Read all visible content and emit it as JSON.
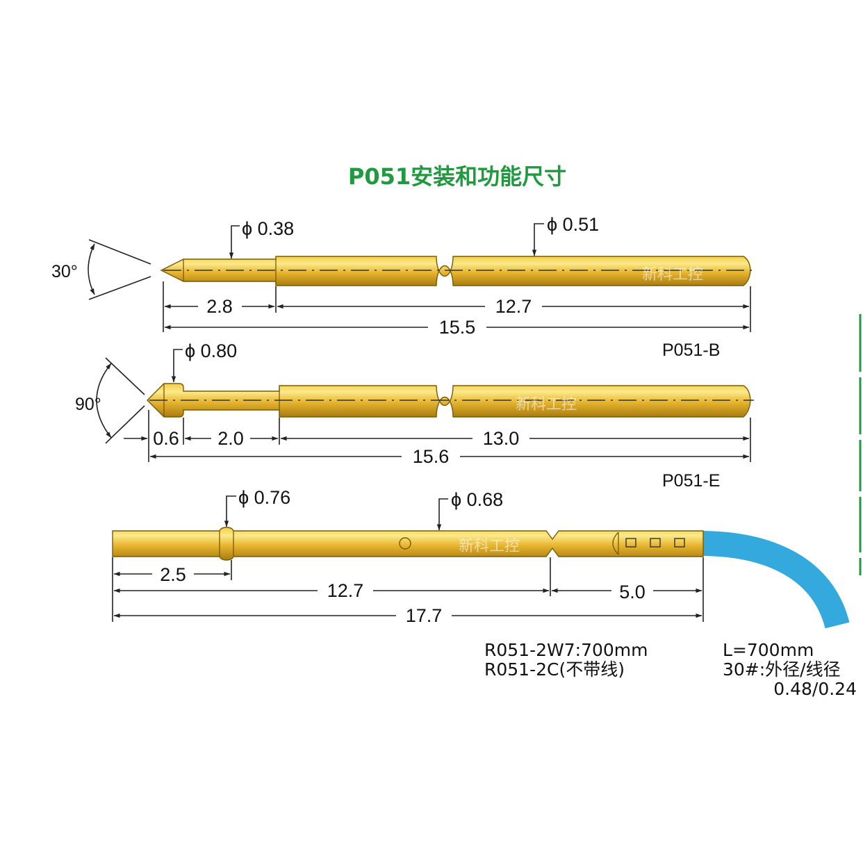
{
  "title": "P051安装和功能尺寸",
  "watermark": "新科工控",
  "colors": {
    "gold_light": "#f7dc62",
    "gold_mid": "#e8b630",
    "gold_dark": "#a97c10",
    "wire": "#33a9de",
    "title": "#1f9a3e",
    "accent_lines": "#1f9a3e"
  },
  "pin_b": {
    "model": "P051-B",
    "tip_angle": "30°",
    "tip_diameter": "ϕ 0.38",
    "body_diameter": "ϕ 0.51",
    "dim_tip_length": "2.8",
    "dim_body_length": "12.7",
    "dim_total_length": "15.5"
  },
  "pin_e": {
    "model": "P051-E",
    "tip_angle": "90°",
    "head_diameter": "ϕ 0.80",
    "dim_head_length": "0.6",
    "dim_neck_length": "2.0",
    "dim_body_length": "13.0",
    "dim_total_length": "15.6"
  },
  "receptacle": {
    "ring_diameter": "ϕ 0.76",
    "body_diameter": "ϕ 0.68",
    "dim_ring_position": "2.5",
    "dim_crimp_position": "12.7",
    "dim_tail_length": "5.0",
    "dim_total_length": "17.7",
    "model_with_wire": "R051-2W7:700mm",
    "model_no_wire": "R051-2C(不带线)"
  },
  "wire": {
    "length": "L=700mm",
    "spec": "30#:外径/线径",
    "diameters": "0.48/0.24"
  }
}
